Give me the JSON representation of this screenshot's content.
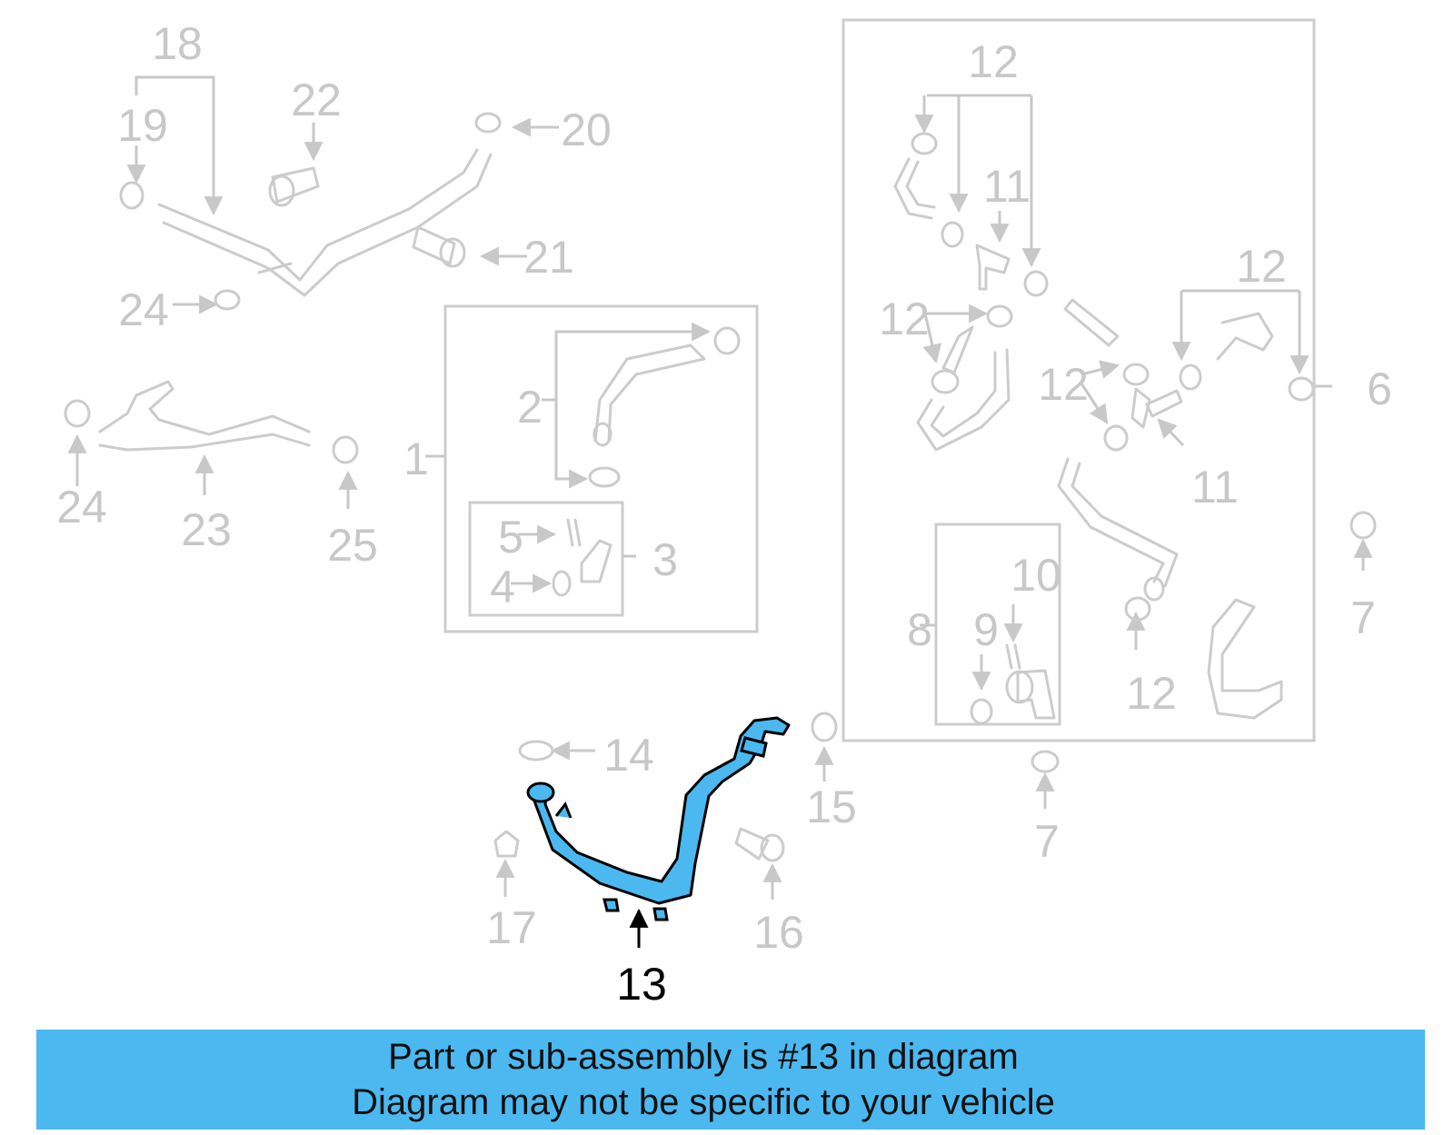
{
  "diagram": {
    "highlight_color": "#4cb8f0",
    "inactive_color": "#c8c8c8",
    "active_label_color": "#000000",
    "callouts": [
      "18",
      "19",
      "22",
      "20",
      "21",
      "24",
      "24",
      "23",
      "25",
      "1",
      "2",
      "5",
      "4",
      "3",
      "12",
      "11",
      "12",
      "12",
      "12",
      "6",
      "11",
      "10",
      "9",
      "8",
      "12",
      "7",
      "14",
      "15",
      "13",
      "17",
      "16",
      "7"
    ]
  },
  "banner": {
    "line1": "Part or sub-assembly is #13 in diagram",
    "line2": "Diagram may not be specific to your vehicle",
    "background": "#4cb8f0"
  }
}
